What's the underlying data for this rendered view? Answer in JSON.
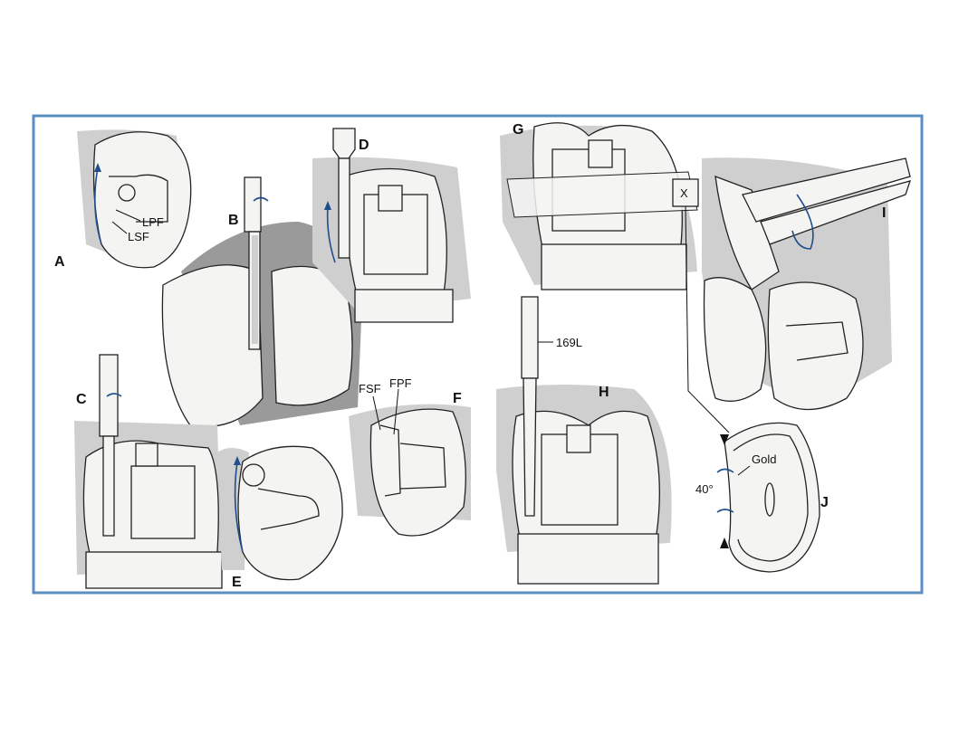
{
  "figure": {
    "frame_color": "#5b8fc4",
    "accent_color": "#1f4e8c",
    "panels": {
      "a": "A",
      "b": "B",
      "c": "C",
      "d": "D",
      "e": "E",
      "f": "F",
      "g": "G",
      "h": "H",
      "i": "I",
      "j": "J"
    },
    "callouts": {
      "lpf": "LPF",
      "lsf": "LSF",
      "fsf": "FSF",
      "fpf": "FPF",
      "x_mark": "X",
      "bur": "169L",
      "gold": "Gold",
      "angle": "40°"
    }
  }
}
